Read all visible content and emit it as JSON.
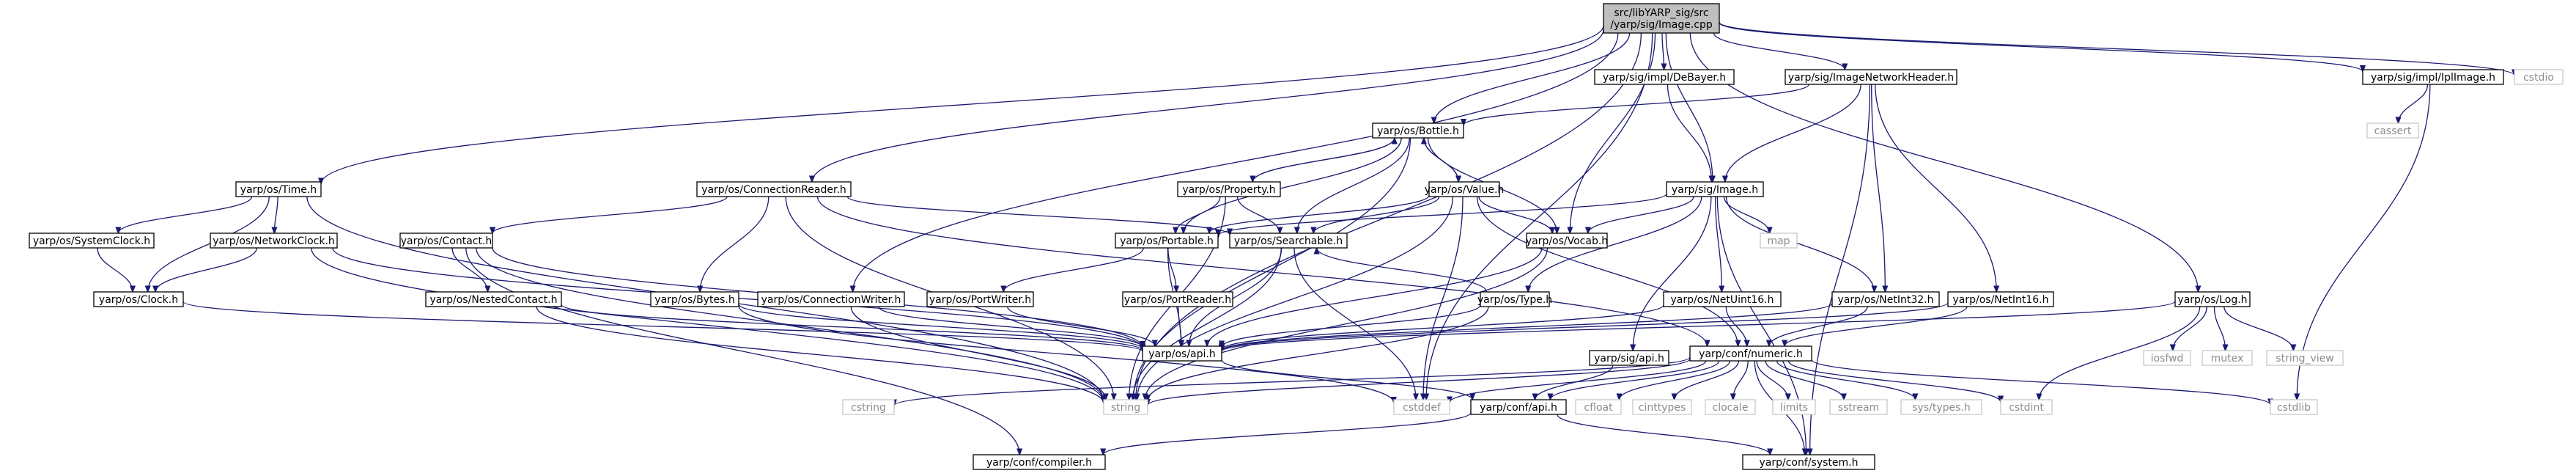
{
  "diagram": {
    "nodes": {
      "root": {
        "lines": [
          "src/libYARP_sig/src",
          "/yarp/sig/Image.cpp"
        ],
        "kind": "root"
      },
      "Time": {
        "lines": [
          "yarp/os/Time.h"
        ],
        "kind": "local"
      },
      "ConnectionReader": {
        "lines": [
          "yarp/os/ConnectionReader.h"
        ],
        "kind": "local"
      },
      "ConnectionWriter": {
        "lines": [
          "yarp/os/ConnectionWriter.h"
        ],
        "kind": "local"
      },
      "Bottle": {
        "lines": [
          "yarp/os/Bottle.h"
        ],
        "kind": "local"
      },
      "DeBayer": {
        "lines": [
          "yarp/sig/impl/DeBayer.h"
        ],
        "kind": "local"
      },
      "ImageNetworkHeader": {
        "lines": [
          "yarp/sig/ImageNetworkHeader.h"
        ],
        "kind": "local"
      },
      "IplImage": {
        "lines": [
          "yarp/sig/impl/IplImage.h"
        ],
        "kind": "local"
      },
      "cstdio": {
        "lines": [
          "cstdio"
        ],
        "kind": "ext"
      },
      "cassert": {
        "lines": [
          "cassert"
        ],
        "kind": "ext"
      },
      "SystemClock": {
        "lines": [
          "yarp/os/SystemClock.h"
        ],
        "kind": "local"
      },
      "NetworkClock": {
        "lines": [
          "yarp/os/NetworkClock.h"
        ],
        "kind": "local"
      },
      "Clock": {
        "lines": [
          "yarp/os/Clock.h"
        ],
        "kind": "local"
      },
      "Contact": {
        "lines": [
          "yarp/os/Contact.h"
        ],
        "kind": "local"
      },
      "NestedContact": {
        "lines": [
          "yarp/os/NestedContact.h"
        ],
        "kind": "local"
      },
      "Bytes": {
        "lines": [
          "yarp/os/Bytes.h"
        ],
        "kind": "local"
      },
      "Property": {
        "lines": [
          "yarp/os/Property.h"
        ],
        "kind": "local"
      },
      "Value": {
        "lines": [
          "yarp/os/Value.h"
        ],
        "kind": "local"
      },
      "Portable": {
        "lines": [
          "yarp/os/Portable.h"
        ],
        "kind": "local"
      },
      "Searchable": {
        "lines": [
          "yarp/os/Searchable.h"
        ],
        "kind": "local"
      },
      "PortWriter": {
        "lines": [
          "yarp/os/PortWriter.h"
        ],
        "kind": "local"
      },
      "PortReader": {
        "lines": [
          "yarp/os/PortReader.h"
        ],
        "kind": "local"
      },
      "Image": {
        "lines": [
          "yarp/sig/Image.h"
        ],
        "kind": "local"
      },
      "map": {
        "lines": [
          "map"
        ],
        "kind": "ext"
      },
      "Vocab": {
        "lines": [
          "yarp/os/Vocab.h"
        ],
        "kind": "local"
      },
      "Type": {
        "lines": [
          "yarp/os/Type.h"
        ],
        "kind": "local"
      },
      "NetUint16": {
        "lines": [
          "yarp/os/NetUint16.h"
        ],
        "kind": "local"
      },
      "NetInt32": {
        "lines": [
          "yarp/os/NetInt32.h"
        ],
        "kind": "local"
      },
      "NetInt16": {
        "lines": [
          "yarp/os/NetInt16.h"
        ],
        "kind": "local"
      },
      "Log": {
        "lines": [
          "yarp/os/Log.h"
        ],
        "kind": "local"
      },
      "iosfwd": {
        "lines": [
          "iosfwd"
        ],
        "kind": "ext"
      },
      "mutex": {
        "lines": [
          "mutex"
        ],
        "kind": "ext"
      },
      "string_view": {
        "lines": [
          "string_view"
        ],
        "kind": "ext"
      },
      "os_api": {
        "lines": [
          "yarp/os/api.h"
        ],
        "kind": "local"
      },
      "sig_api": {
        "lines": [
          "yarp/sig/api.h"
        ],
        "kind": "local"
      },
      "numeric": {
        "lines": [
          "yarp/conf/numeric.h"
        ],
        "kind": "local"
      },
      "cstring": {
        "lines": [
          "cstring"
        ],
        "kind": "ext"
      },
      "string": {
        "lines": [
          "string"
        ],
        "kind": "ext"
      },
      "cstddef": {
        "lines": [
          "cstddef"
        ],
        "kind": "ext"
      },
      "conf_api": {
        "lines": [
          "yarp/conf/api.h"
        ],
        "kind": "local"
      },
      "cfloat": {
        "lines": [
          "cfloat"
        ],
        "kind": "ext"
      },
      "cinttypes": {
        "lines": [
          "cinttypes"
        ],
        "kind": "ext"
      },
      "clocale": {
        "lines": [
          "clocale"
        ],
        "kind": "ext"
      },
      "limits": {
        "lines": [
          "limits"
        ],
        "kind": "ext"
      },
      "sstream": {
        "lines": [
          "sstream"
        ],
        "kind": "ext"
      },
      "systypes": {
        "lines": [
          "sys/types.h"
        ],
        "kind": "ext"
      },
      "cstdint": {
        "lines": [
          "cstdint"
        ],
        "kind": "ext"
      },
      "cstdlib": {
        "lines": [
          "cstdlib"
        ],
        "kind": "ext"
      },
      "compiler": {
        "lines": [
          "yarp/conf/compiler.h"
        ],
        "kind": "local"
      },
      "system": {
        "lines": [
          "yarp/conf/system.h"
        ],
        "kind": "local"
      }
    },
    "edges": [
      [
        "root",
        "Time"
      ],
      [
        "root",
        "ConnectionReader"
      ],
      [
        "root",
        "ConnectionWriter"
      ],
      [
        "root",
        "Bottle"
      ],
      [
        "root",
        "DeBayer"
      ],
      [
        "root",
        "ImageNetworkHeader"
      ],
      [
        "root",
        "IplImage"
      ],
      [
        "root",
        "cstdio"
      ],
      [
        "root",
        "Log"
      ],
      [
        "root",
        "Image"
      ],
      [
        "root",
        "Vocab"
      ],
      [
        "root",
        "string"
      ],
      [
        "root",
        "cstddef"
      ],
      [
        "Time",
        "SystemClock"
      ],
      [
        "Time",
        "NetworkClock"
      ],
      [
        "Time",
        "Clock"
      ],
      [
        "Time",
        "string"
      ],
      [
        "SystemClock",
        "Clock"
      ],
      [
        "NetworkClock",
        "Clock"
      ],
      [
        "NetworkClock",
        "os_api"
      ],
      [
        "NetworkClock",
        "string"
      ],
      [
        "Clock",
        "os_api"
      ],
      [
        "ConnectionReader",
        "Contact"
      ],
      [
        "ConnectionReader",
        "Bytes"
      ],
      [
        "ConnectionReader",
        "Searchable"
      ],
      [
        "ConnectionReader",
        "numeric"
      ],
      [
        "ConnectionReader",
        "string"
      ],
      [
        "Contact",
        "NestedContact"
      ],
      [
        "Contact",
        "os_api"
      ],
      [
        "Contact",
        "string"
      ],
      [
        "Contact",
        "compiler"
      ],
      [
        "NestedContact",
        "os_api"
      ],
      [
        "NestedContact",
        "string"
      ],
      [
        "Bytes",
        "os_api"
      ],
      [
        "Bytes",
        "cstddef"
      ],
      [
        "ConnectionWriter",
        "os_api"
      ],
      [
        "ConnectionWriter",
        "string"
      ],
      [
        "Bottle",
        "Property"
      ],
      [
        "Bottle",
        "Value"
      ],
      [
        "Bottle",
        "Portable"
      ],
      [
        "Bottle",
        "Searchable"
      ],
      [
        "Bottle",
        "Vocab"
      ],
      [
        "Bottle",
        "string"
      ],
      [
        "Property",
        "Bottle"
      ],
      [
        "Property",
        "Portable"
      ],
      [
        "Property",
        "Searchable"
      ],
      [
        "Property",
        "string"
      ],
      [
        "Value",
        "Bottle"
      ],
      [
        "Value",
        "Portable"
      ],
      [
        "Value",
        "Searchable"
      ],
      [
        "Value",
        "Vocab"
      ],
      [
        "Value",
        "numeric"
      ],
      [
        "Value",
        "string"
      ],
      [
        "Value",
        "cstddef"
      ],
      [
        "Portable",
        "PortWriter"
      ],
      [
        "Portable",
        "PortReader"
      ],
      [
        "Portable",
        "os_api"
      ],
      [
        "Searchable",
        "os_api"
      ],
      [
        "Searchable",
        "string"
      ],
      [
        "Searchable",
        "cstddef"
      ],
      [
        "PortWriter",
        "os_api"
      ],
      [
        "PortReader",
        "os_api"
      ],
      [
        "DeBayer",
        "Image"
      ],
      [
        "ImageNetworkHeader",
        "Bottle"
      ],
      [
        "ImageNetworkHeader",
        "Image"
      ],
      [
        "ImageNetworkHeader",
        "NetInt32"
      ],
      [
        "ImageNetworkHeader",
        "NetInt16"
      ],
      [
        "ImageNetworkHeader",
        "system"
      ],
      [
        "Image",
        "Portable"
      ],
      [
        "Image",
        "Vocab"
      ],
      [
        "Image",
        "map"
      ],
      [
        "Image",
        "Type"
      ],
      [
        "Image",
        "NetUint16"
      ],
      [
        "Image",
        "NetInt32"
      ],
      [
        "Image",
        "sig_api"
      ],
      [
        "Image",
        "system"
      ],
      [
        "Vocab",
        "os_api"
      ],
      [
        "Vocab",
        "string"
      ],
      [
        "Type",
        "os_api"
      ],
      [
        "Type",
        "string"
      ],
      [
        "Type",
        "Searchable"
      ],
      [
        "NetUint16",
        "os_api"
      ],
      [
        "NetUint16",
        "numeric"
      ],
      [
        "NetInt32",
        "os_api"
      ],
      [
        "NetInt32",
        "numeric"
      ],
      [
        "NetInt16",
        "os_api"
      ],
      [
        "NetInt16",
        "numeric"
      ],
      [
        "IplImage",
        "cassert"
      ],
      [
        "IplImage",
        "cstdlib"
      ],
      [
        "Log",
        "iosfwd"
      ],
      [
        "Log",
        "mutex"
      ],
      [
        "Log",
        "string_view"
      ],
      [
        "Log",
        "os_api"
      ],
      [
        "Log",
        "cstdint"
      ],
      [
        "os_api",
        "conf_api"
      ],
      [
        "sig_api",
        "conf_api"
      ],
      [
        "numeric",
        "cstring"
      ],
      [
        "numeric",
        "string"
      ],
      [
        "numeric",
        "cstddef"
      ],
      [
        "numeric",
        "conf_api"
      ],
      [
        "numeric",
        "cfloat"
      ],
      [
        "numeric",
        "cinttypes"
      ],
      [
        "numeric",
        "clocale"
      ],
      [
        "numeric",
        "limits"
      ],
      [
        "numeric",
        "sstream"
      ],
      [
        "numeric",
        "systypes"
      ],
      [
        "numeric",
        "cstdint"
      ],
      [
        "numeric",
        "cstdlib"
      ],
      [
        "numeric",
        "system"
      ],
      [
        "conf_api",
        "compiler"
      ],
      [
        "conf_api",
        "system"
      ]
    ]
  }
}
